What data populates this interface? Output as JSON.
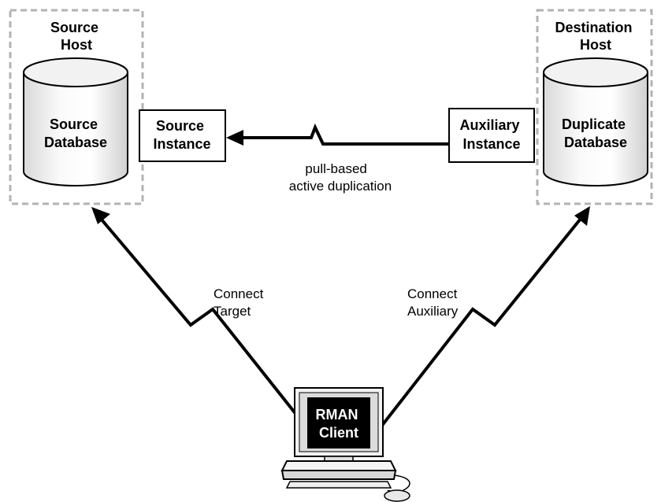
{
  "source": {
    "host_label": [
      "Source",
      "Host"
    ],
    "database_label": [
      "Source",
      "Database"
    ],
    "instance_label": [
      "Source",
      "Instance"
    ]
  },
  "destination": {
    "host_label": [
      "Destination",
      "Host"
    ],
    "database_label": [
      "Duplicate",
      "Database"
    ],
    "instance_label": [
      "Auxiliary",
      "Instance"
    ]
  },
  "duplication": {
    "label": [
      "pull-based",
      "active duplication"
    ]
  },
  "connections": {
    "target_label": [
      "Connect",
      "Target"
    ],
    "auxiliary_label": [
      "Connect",
      "Auxiliary"
    ]
  },
  "client": {
    "label": [
      "RMAN",
      "Client"
    ]
  }
}
